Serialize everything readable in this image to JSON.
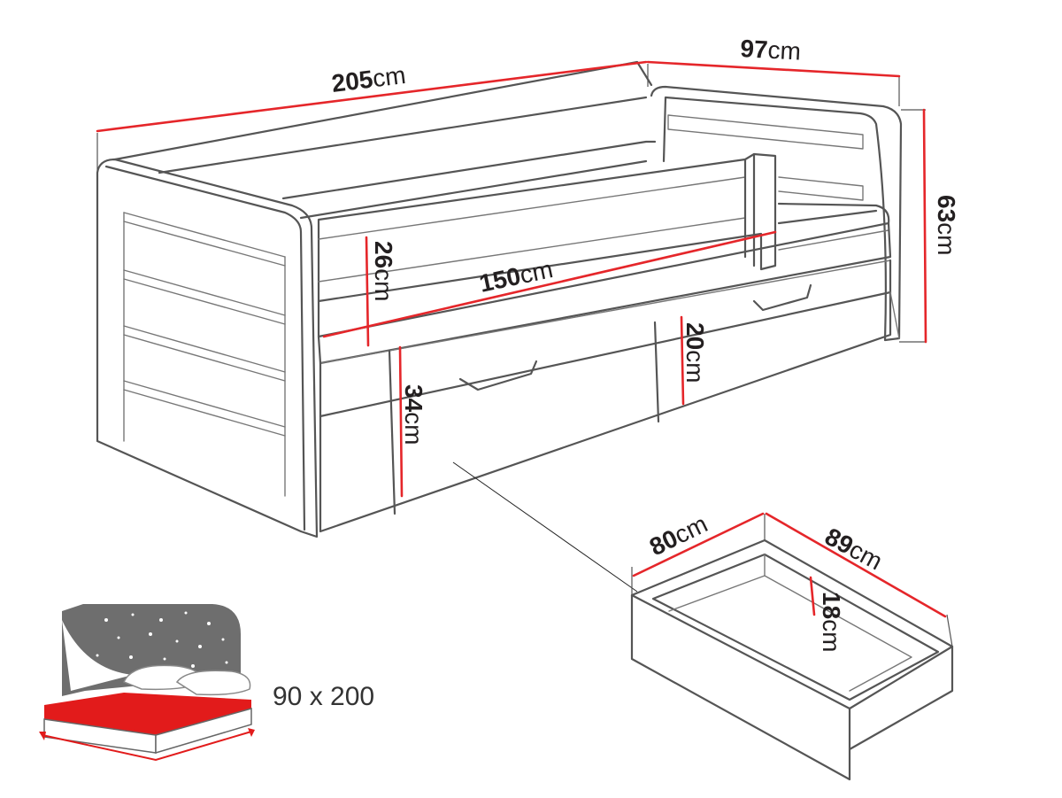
{
  "dimensions": {
    "length": {
      "value": "205",
      "unit": "cm"
    },
    "depth": {
      "value": "97",
      "unit": "cm"
    },
    "height": {
      "value": "63",
      "unit": "cm"
    },
    "rail_height": {
      "value": "26",
      "unit": "cm"
    },
    "rail_length": {
      "value": "150",
      "unit": "cm"
    },
    "front_height": {
      "value": "34",
      "unit": "cm"
    },
    "drawer_front_height": {
      "value": "20",
      "unit": "cm"
    }
  },
  "drawer": {
    "width": {
      "value": "80",
      "unit": "cm"
    },
    "length": {
      "value": "89",
      "unit": "cm"
    },
    "height": {
      "value": "18",
      "unit": "cm"
    }
  },
  "mattress": {
    "size_label": "90 x 200"
  },
  "colors": {
    "dimension_line": "#e5262a",
    "outline": "#555555",
    "mattress": "#e21b1b",
    "night_sky": "#6e6e6e"
  },
  "icons": {
    "mattress": "mattress-icon",
    "drawer": "drawer-icon",
    "bed": "daybed-drawing"
  }
}
